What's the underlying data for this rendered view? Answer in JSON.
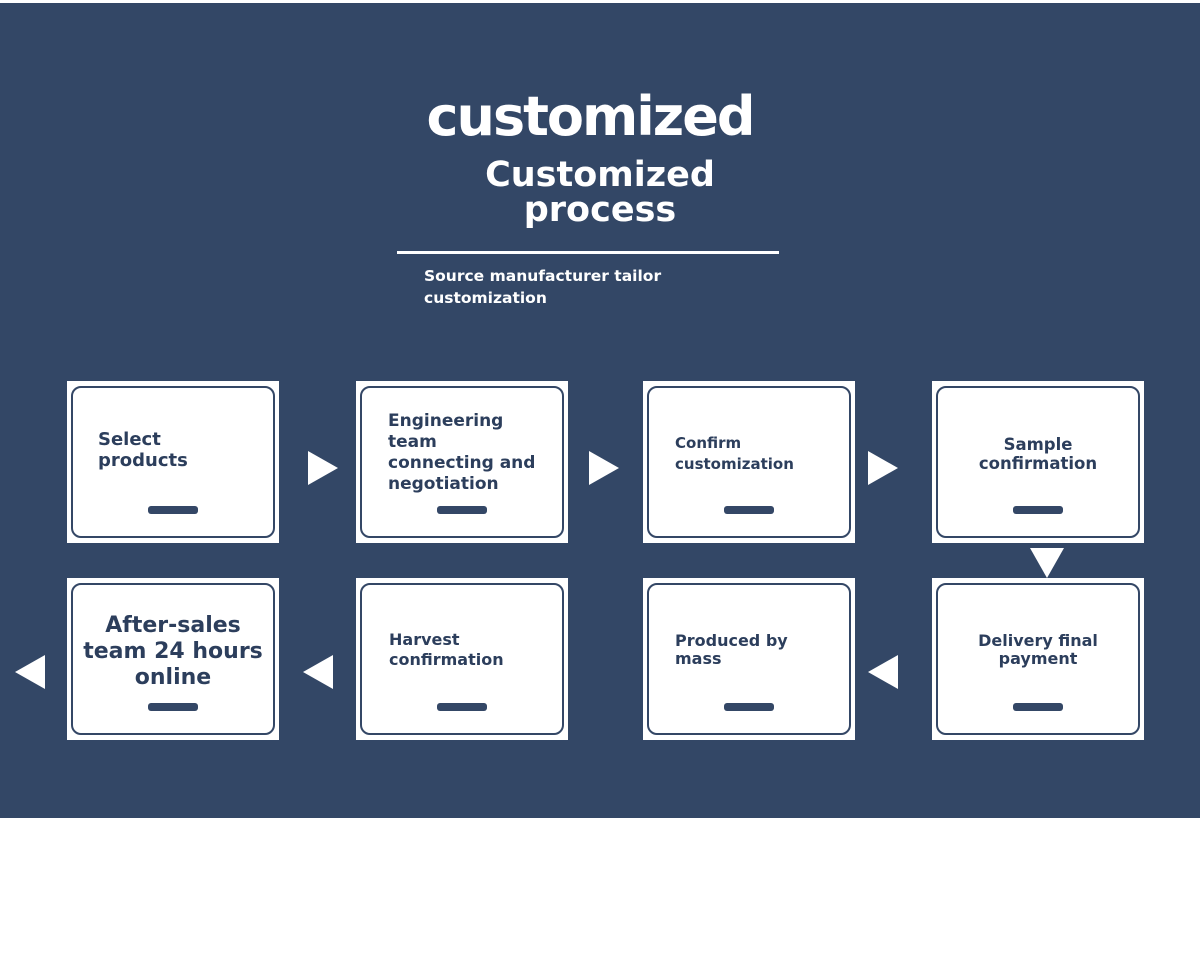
{
  "header": {
    "title_top": "customized",
    "title_main": "Customized process",
    "subtitle": "Source manufacturer tailor customization"
  },
  "steps": [
    {
      "label": "Select products"
    },
    {
      "label": "Engineering team connecting and negotiation"
    },
    {
      "label": "Confirm customization"
    },
    {
      "label": "Sample confirmation"
    },
    {
      "label": "Delivery final payment"
    },
    {
      "label": "Produced by mass"
    },
    {
      "label": "Harvest confirmation"
    },
    {
      "label": "After-sales team 24 hours online"
    }
  ],
  "colors": {
    "background": "#334766",
    "card": "#ffffff",
    "accent": "#344766",
    "text": "#2c3e5c"
  },
  "icons": {
    "arrow_right": "triangle-right",
    "arrow_left": "triangle-left",
    "arrow_down": "triangle-down"
  }
}
